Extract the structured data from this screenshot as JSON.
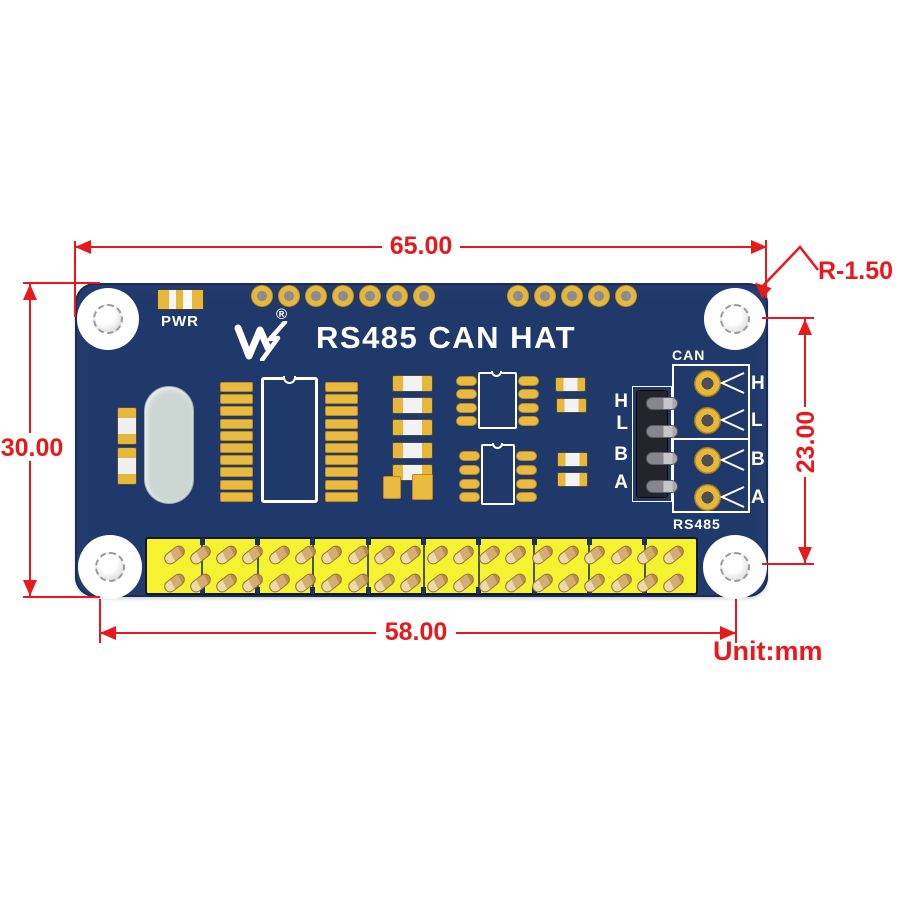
{
  "product": {
    "title": "RS485 CAN HAT",
    "logo_text": "W",
    "registered_mark": "®",
    "pwr_label": "PWR",
    "jumper_labels": [
      "H",
      "L",
      "B",
      "A"
    ],
    "can_header": {
      "group_label_top": "CAN",
      "group_label_bottom": "RS485",
      "pin_labels": [
        "H",
        "L",
        "B",
        "A"
      ]
    }
  },
  "dimensions": {
    "board_width": "65.00",
    "board_height": "30.00",
    "connector_height": "23.00",
    "hole_spacing": "58.00",
    "corner_radius": "R-1.50",
    "unit_note": "Unit:mm"
  },
  "colors": {
    "pcb_blue": "#20396b",
    "pad_gold": "#e7b73a",
    "gpio_yellow": "#f5f32f",
    "dimension_red": "#e8191c",
    "silkscreen_white": "#ffffff"
  }
}
